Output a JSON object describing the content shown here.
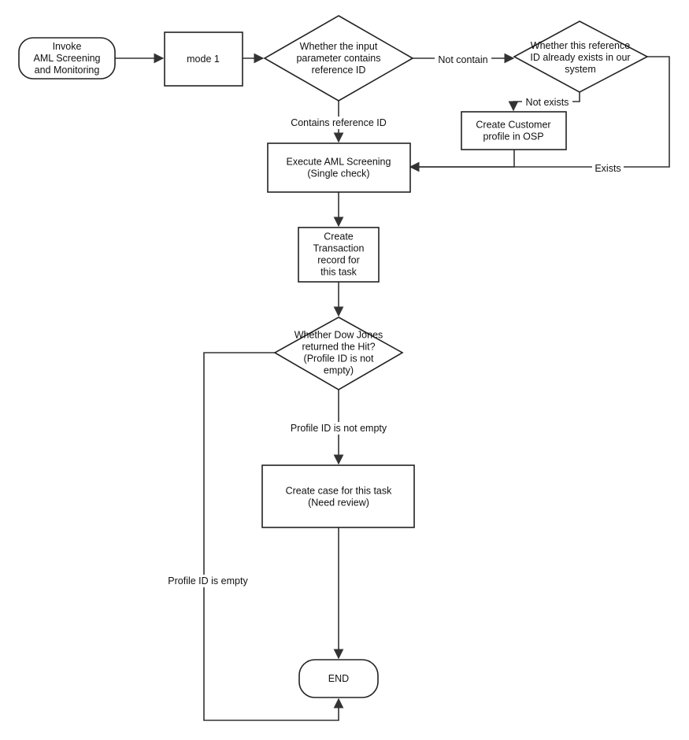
{
  "nodes": {
    "invoke": "Invoke\nAML Screening\nand Monitoring",
    "mode1": "mode 1",
    "check_input": "Whether the input\nparameter contains\nreference ID",
    "check_exists": "Whether this reference\nID already exists in our\nsystem",
    "create_profile": "Create Customer\nprofile in OSP",
    "execute_screening": "Execute AML Screening\n(Single check)",
    "create_transaction": "Create\nTransaction\nrecord for\nthis task",
    "check_hit": "Whether Dow Jones\nreturned the Hit?\n(Profile ID is not\nempty)",
    "create_case": "Create case for this task\n(Need review)",
    "end": "END"
  },
  "edges": {
    "not_contain": "Not contain",
    "contains_ref": "Contains reference ID",
    "not_exists": "Not exists",
    "exists": "Exists",
    "profile_not_empty": "Profile ID is not empty",
    "profile_empty": "Profile ID is empty"
  }
}
